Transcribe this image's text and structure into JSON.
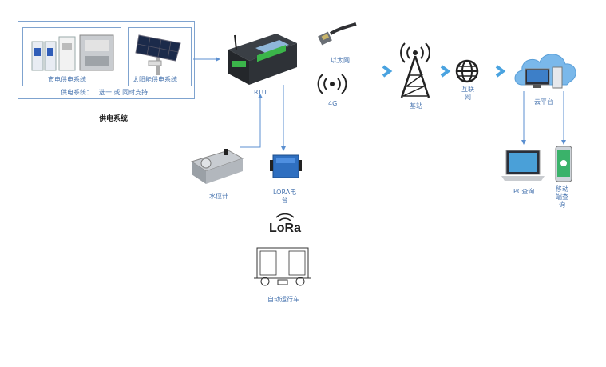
{
  "power_system": {
    "grid_label": "市电供电系统",
    "solar_label": "太阳能供电系统",
    "note": "供电系统：二选一 或 同时支持",
    "title": "供电系统"
  },
  "rtu": {
    "label": "RTU"
  },
  "network": {
    "ethernet": "以太网",
    "cell_4g": "4G",
    "base_station": "基站",
    "internet": "互联\n网",
    "cloud": "云平台"
  },
  "devices": {
    "water_gauge": "水位计",
    "lora_radio": "LORA电\n台",
    "lora_logo": "LoRa",
    "vehicle": "自动运行车"
  },
  "clients": {
    "pc": "PC查询",
    "mobile": "移动\n端查\n询"
  },
  "colors": {
    "line": "#5b8fd0",
    "arrow": "#4aa3e0",
    "box": "#7fa3cf"
  }
}
